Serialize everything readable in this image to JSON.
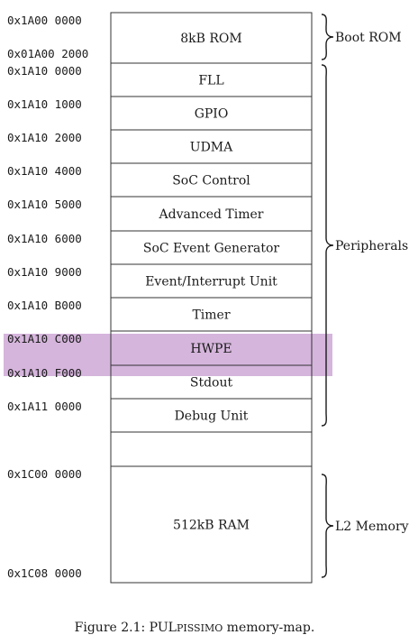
{
  "diagram": {
    "highlight_color": "#c9a0d2",
    "line_color": "#333333",
    "regions": [
      {
        "label": "8kB ROM",
        "start": "0x1A00 0000",
        "end": "0x01A00 2000"
      },
      {
        "label": "FLL",
        "start": "0x1A10 0000"
      },
      {
        "label": "GPIO",
        "start": "0x1A10 1000"
      },
      {
        "label": "UDMA",
        "start": "0x1A10 2000"
      },
      {
        "label": "SoC Control",
        "start": "0x1A10 4000"
      },
      {
        "label": "Advanced Timer",
        "start": "0x1A10 5000"
      },
      {
        "label": "SoC Event Generator",
        "start": "0x1A10 6000"
      },
      {
        "label": "Event/Interrupt Unit",
        "start": "0x1A10 9000"
      },
      {
        "label": "Timer",
        "start": "0x1A10 B000"
      },
      {
        "label": "HWPE",
        "start": "0x1A10 C000",
        "highlighted": true
      },
      {
        "label": "Stdout",
        "start": "0x1A10 F000"
      },
      {
        "label": "Debug Unit",
        "start": "0x1A11 0000"
      },
      {
        "label": ""
      },
      {
        "label": "512kB RAM",
        "start": "0x1C00 0000",
        "end": "0x1C08 0000"
      }
    ],
    "groups": [
      {
        "label": "Boot ROM"
      },
      {
        "label": "Peripherals"
      },
      {
        "label": "L2 Memory"
      }
    ]
  },
  "caption": {
    "prefix": "Figure 2.1: PUL",
    "smallcaps": "PISSIMO",
    "suffix": " memory-map."
  }
}
